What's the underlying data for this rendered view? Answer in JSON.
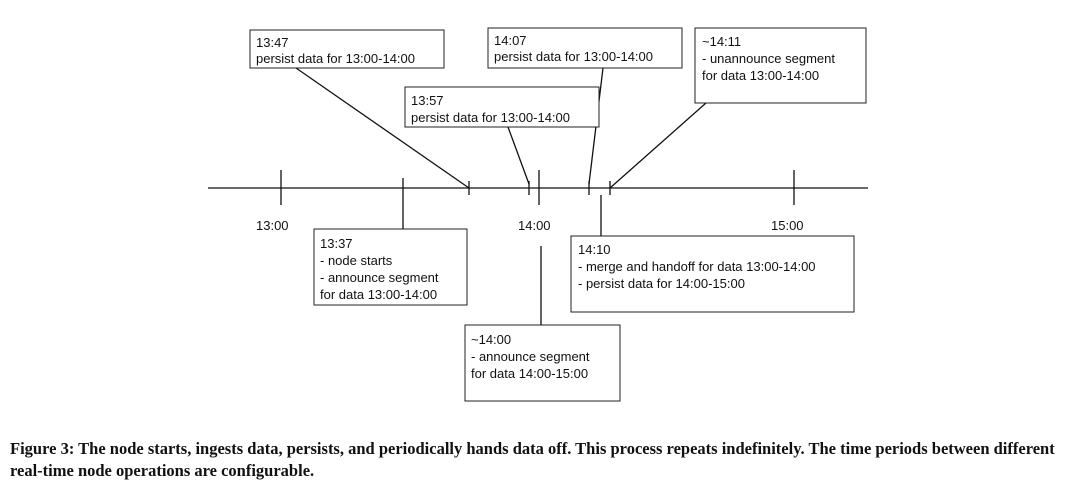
{
  "timeline": {
    "ticks": [
      "13:00",
      "14:00",
      "15:00"
    ]
  },
  "events": [
    {
      "id": "e1337",
      "time": "13:37",
      "lines": [
        "13:37",
        "- node starts",
        "- announce segment",
        "for data 13:00-14:00"
      ]
    },
    {
      "id": "e1347",
      "time": "13:47",
      "lines": [
        "13:47",
        "persist data for 13:00-14:00"
      ]
    },
    {
      "id": "e1357",
      "time": "13:57",
      "lines": [
        "13:57",
        "persist data for 13:00-14:00"
      ]
    },
    {
      "id": "e1400",
      "time": "~14:00",
      "lines": [
        "~14:00",
        "- announce segment",
        "for data 14:00-15:00"
      ]
    },
    {
      "id": "e1407",
      "time": "14:07",
      "lines": [
        "14:07",
        "persist data for 13:00-14:00"
      ]
    },
    {
      "id": "e1410",
      "time": "14:10",
      "lines": [
        "14:10",
        "- merge and handoff for data 13:00-14:00",
        "- persist data for 14:00-15:00"
      ]
    },
    {
      "id": "e1411",
      "time": "~14:11",
      "lines": [
        "~14:11",
        "- unannounce segment",
        "for data 13:00-14:00"
      ]
    }
  ],
  "caption": "Figure 3: The node starts, ingests data, persists, and periodically hands data off. This process repeats indefinitely. The time periods between different real-time node operations are configurable."
}
